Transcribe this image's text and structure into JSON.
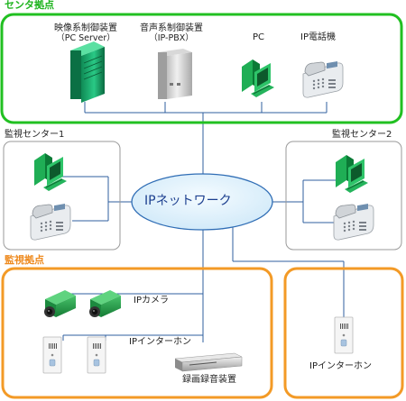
{
  "groups": {
    "center": {
      "title": "センタ拠点"
    },
    "monitor_center_1": {
      "title": "監視センター1"
    },
    "monitor_center_2": {
      "title": "監視センター2"
    },
    "monitor_site": {
      "title": "監視拠点"
    }
  },
  "devices": {
    "video_control": {
      "name": "映像系制御装置",
      "sub": "（PC Server）"
    },
    "voice_control": {
      "name": "音声系制御装置",
      "sub": "（IP-PBX）"
    },
    "pc": {
      "name": "PC"
    },
    "ip_phone": {
      "name": "IP電話機"
    },
    "ip_camera": {
      "name": "IPカメラ"
    },
    "ip_intercom": {
      "name": "IPインターホン"
    },
    "recorder": {
      "name": "録画録音装置"
    },
    "ip_intercom_remote": {
      "name": "IPインターホン"
    }
  },
  "network": {
    "label": "IPネットワーク"
  },
  "colors": {
    "center_border": "#21c021",
    "site_border": "#f39a26",
    "monitor_border": "#999999",
    "network_fill": "#dff0fb",
    "network_border": "#2f6db5",
    "line": "#2f5f9f"
  }
}
